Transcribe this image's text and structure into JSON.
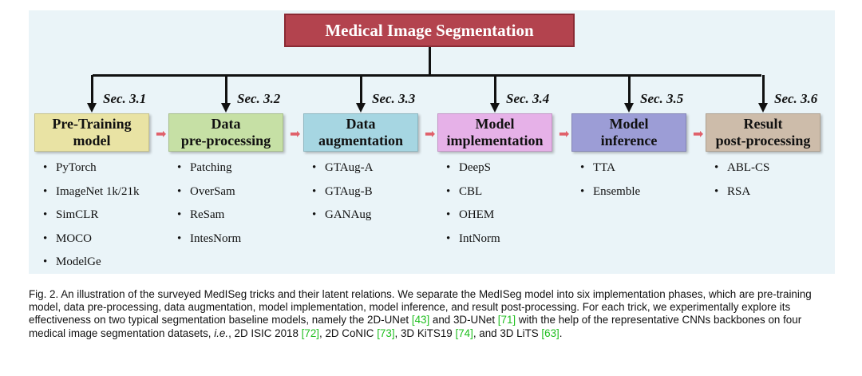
{
  "figure": {
    "title": "Medical Image Segmentation",
    "phases": [
      {
        "sec": "Sec. 3.1",
        "label_lines": [
          "Pre-Training",
          "model"
        ],
        "color": "#e9e3a4",
        "items": [
          "PyTorch",
          "ImageNet 1k/21k",
          "SimCLR",
          "MOCO",
          "ModelGe"
        ]
      },
      {
        "sec": "Sec. 3.2",
        "label_lines": [
          "Data",
          "pre-processing"
        ],
        "color": "#c6e0a5",
        "items": [
          "Patching",
          "OverSam",
          "ReSam",
          "IntesNorm"
        ]
      },
      {
        "sec": "Sec. 3.3",
        "label_lines": [
          "Data",
          "augmentation"
        ],
        "color": "#a6d6e2",
        "items": [
          "GTAug-A",
          "GTAug-B",
          "GANAug"
        ]
      },
      {
        "sec": "Sec. 3.4",
        "label_lines": [
          "Model",
          "implementation"
        ],
        "color": "#e6b1e8",
        "items": [
          "DeepS",
          "CBL",
          "OHEM",
          "IntNorm"
        ]
      },
      {
        "sec": "Sec. 3.5",
        "label_lines": [
          "Model",
          "inference"
        ],
        "color": "#9c9dd6",
        "items": [
          "TTA",
          "Ensemble"
        ]
      },
      {
        "sec": "Sec. 3.6",
        "label_lines": [
          "Result",
          "post-processing"
        ],
        "color": "#cdbcaa",
        "items": [
          "ABL-CS",
          "RSA"
        ]
      }
    ]
  },
  "caption": {
    "p1": "Fig. 2. An illustration of the surveyed MedISeg tricks and their latent relations. We separate the MedISeg model into six implementation phases, which are pre-training model, data pre-processing, data augmentation, model implementation, model inference, and result post-processing. For each trick, we experimentally explore its effectiveness on two typical segmentation baseline models, namely the 2D-UNet ",
    "ref1": "[43]",
    "p2": " and 3D-UNet ",
    "ref2": "[71]",
    "p3": " with the help of the representative CNNs backbones on four medical image segmentation datasets, ",
    "ie": "i.e.",
    "p4": ", 2D ISIC 2018 ",
    "ref3": "[72]",
    "p5": ", 2D CoNIC ",
    "ref4": "[73]",
    "p6": ", 3D KiTS19 ",
    "ref5": "[74]",
    "p7": ", and 3D LiTS ",
    "ref6": "[63]",
    "p8": "."
  }
}
